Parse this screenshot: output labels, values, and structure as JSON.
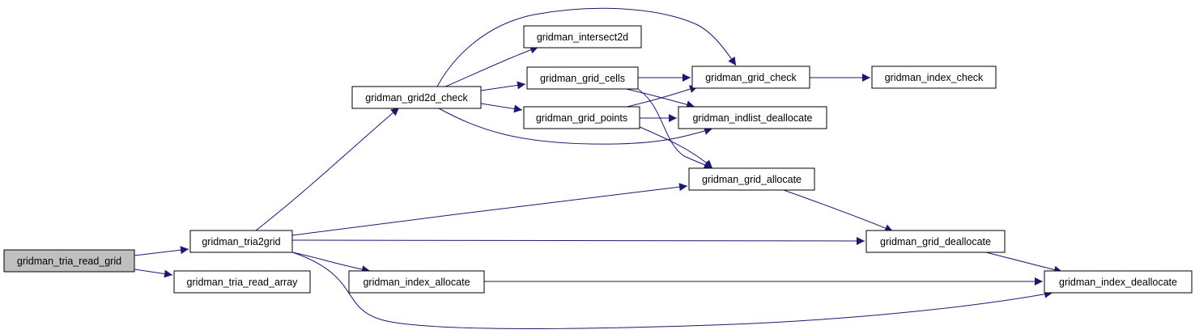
{
  "graph_title": "",
  "colors": {
    "edge": "#191970",
    "node_border": "#000000",
    "node_fill": "#ffffff",
    "root_fill": "#bfbfbf"
  },
  "nodes": {
    "tria_read_grid": {
      "label": "gridman_tria_read_grid",
      "root": true
    },
    "tria2grid": {
      "label": "gridman_tria2grid"
    },
    "tria_read_array": {
      "label": "gridman_tria_read_array"
    },
    "grid2d_check": {
      "label": "gridman_grid2d_check"
    },
    "intersect2d": {
      "label": "gridman_intersect2d"
    },
    "grid_cells": {
      "label": "gridman_grid_cells"
    },
    "grid_points": {
      "label": "gridman_grid_points"
    },
    "grid_check": {
      "label": "gridman_grid_check"
    },
    "index_check": {
      "label": "gridman_index_check"
    },
    "indlist_deallocate": {
      "label": "gridman_indlist_deallocate"
    },
    "grid_allocate": {
      "label": "gridman_grid_allocate"
    },
    "grid_deallocate": {
      "label": "gridman_grid_deallocate"
    },
    "index_allocate": {
      "label": "gridman_index_allocate"
    },
    "index_deallocate": {
      "label": "gridman_index_deallocate"
    }
  },
  "edges": [
    {
      "from": "tria_read_grid",
      "to": "tria2grid"
    },
    {
      "from": "tria_read_grid",
      "to": "tria_read_array"
    },
    {
      "from": "tria2grid",
      "to": "grid2d_check"
    },
    {
      "from": "tria2grid",
      "to": "grid_allocate"
    },
    {
      "from": "tria2grid",
      "to": "grid_deallocate"
    },
    {
      "from": "tria2grid",
      "to": "index_allocate"
    },
    {
      "from": "tria2grid",
      "to": "index_deallocate"
    },
    {
      "from": "grid2d_check",
      "to": "intersect2d"
    },
    {
      "from": "grid2d_check",
      "to": "grid_cells"
    },
    {
      "from": "grid2d_check",
      "to": "grid_points"
    },
    {
      "from": "grid2d_check",
      "to": "grid_check"
    },
    {
      "from": "grid2d_check",
      "to": "indlist_deallocate"
    },
    {
      "from": "grid_cells",
      "to": "grid_check"
    },
    {
      "from": "grid_cells",
      "to": "indlist_deallocate"
    },
    {
      "from": "grid_cells",
      "to": "grid_allocate"
    },
    {
      "from": "grid_points",
      "to": "grid_check"
    },
    {
      "from": "grid_points",
      "to": "indlist_deallocate"
    },
    {
      "from": "grid_points",
      "to": "grid_allocate"
    },
    {
      "from": "grid_check",
      "to": "index_check"
    },
    {
      "from": "grid_allocate",
      "to": "grid_deallocate"
    },
    {
      "from": "grid_deallocate",
      "to": "index_deallocate"
    },
    {
      "from": "index_allocate",
      "to": "index_deallocate"
    }
  ]
}
